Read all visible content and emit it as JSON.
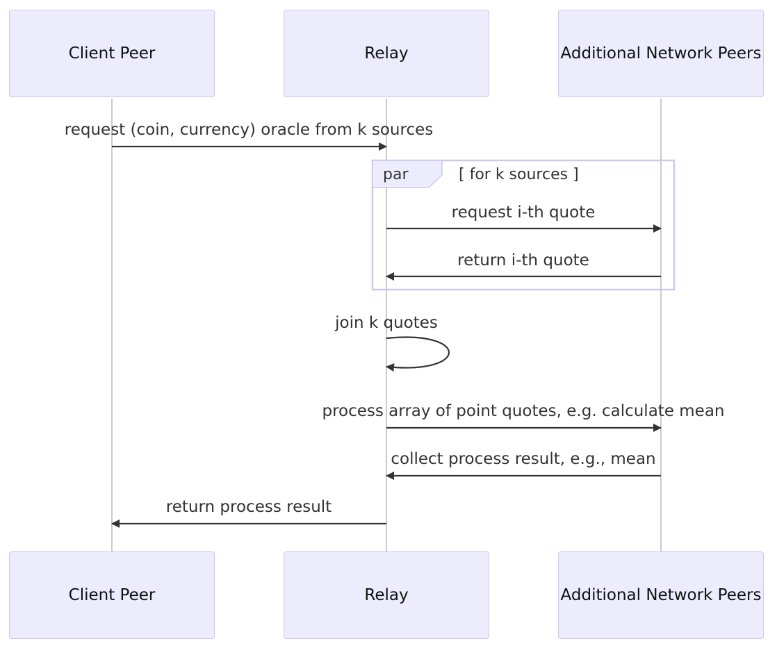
{
  "actors": {
    "client": "Client Peer",
    "relay": "Relay",
    "peers": "Additional Network Peers"
  },
  "messages": {
    "request_oracle": "request (coin, currency) oracle from k sources",
    "request_quote": "request i-th quote",
    "return_quote": "return i-th quote",
    "join_quotes": "join k quotes",
    "process_array": "process array of point quotes, e.g. calculate mean",
    "collect_result": "collect process result, e.g., mean",
    "return_result": "return process result"
  },
  "par_box": {
    "keyword": "par",
    "condition": "[ for k sources ]"
  },
  "colors": {
    "actor_fill": "#ececfd",
    "actor_border": "#c9c9f0",
    "lifeline": "#a8a8a8",
    "arrow": "#333333",
    "par_border": "#c9c9f0"
  }
}
